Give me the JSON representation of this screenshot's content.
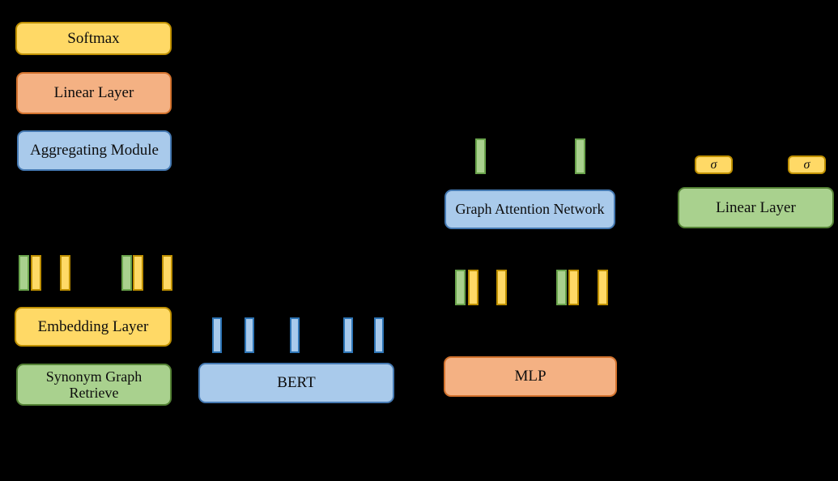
{
  "diagram": {
    "background_color": "#000000",
    "palette": {
      "yellow_fill": "#FFD966",
      "yellow_border": "#BF9000",
      "orange_fill": "#F4B183",
      "orange_border": "#D2722E",
      "blue_fill": "#A9CAEB",
      "blue_border": "#4579B2",
      "blue_bar_fill": "#A8CAEC",
      "blue_bar_border": "#2E75B6",
      "green_fill": "#A9D18E",
      "green_border": "#548235",
      "text_color": "#0d0d0d"
    },
    "modules": {
      "softmax": {
        "label": "Softmax"
      },
      "linear_layer_left": {
        "label": "Linear Layer"
      },
      "aggregating_module": {
        "label": "Aggregating Module"
      },
      "embedding_layer": {
        "label": "Embedding Layer"
      },
      "synonym_graph_retrieve": {
        "label": "Synonym Graph Retrieve"
      },
      "bert": {
        "label": "BERT"
      },
      "mlp": {
        "label": "MLP"
      },
      "graph_attention_network": {
        "label": "Graph Attention Network"
      },
      "linear_layer_right": {
        "label": "Linear Layer"
      },
      "sigma_left": {
        "label": "σ"
      },
      "sigma_right": {
        "label": "σ"
      }
    },
    "bar_groups": {
      "above_embedding_layer": {
        "colors": [
          "green",
          "yellow",
          "yellow",
          "green",
          "yellow",
          "yellow"
        ]
      },
      "above_bert": {
        "colors": [
          "blue",
          "blue",
          "blue",
          "blue",
          "blue"
        ]
      },
      "above_mlp": {
        "colors": [
          "green",
          "yellow",
          "yellow",
          "green",
          "yellow",
          "yellow"
        ]
      },
      "above_graph_attention_network": {
        "colors": [
          "green",
          "green"
        ]
      }
    }
  }
}
